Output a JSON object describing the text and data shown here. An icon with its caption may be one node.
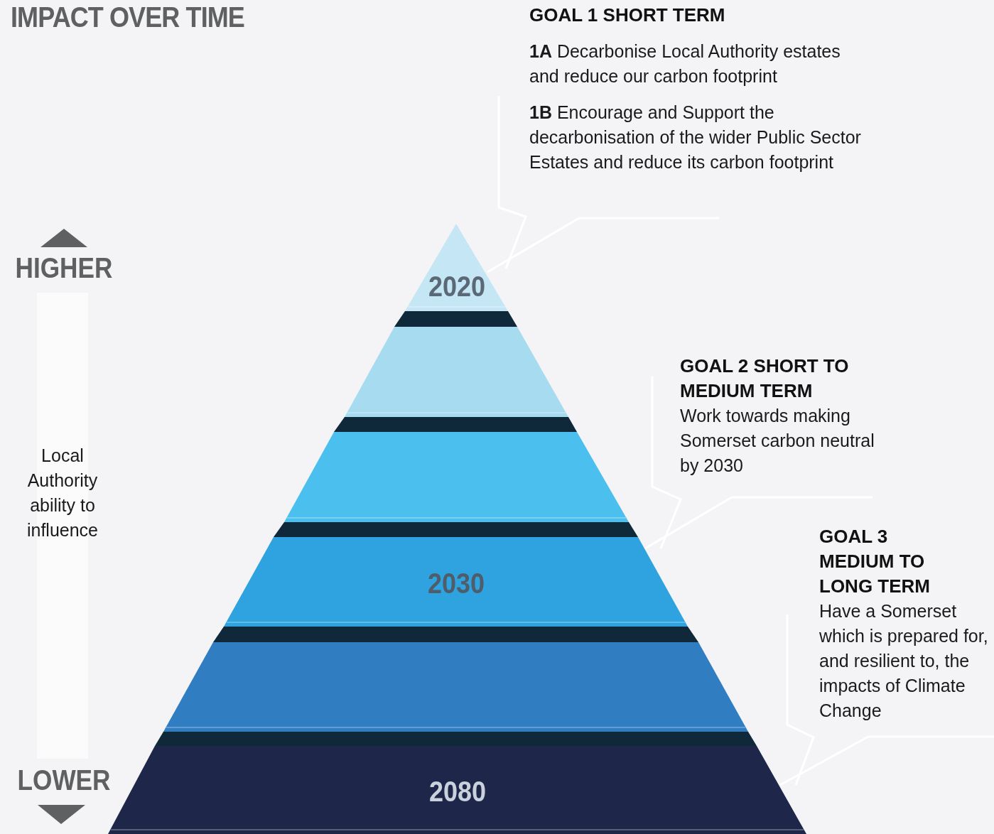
{
  "diagram": {
    "title": "IMPACT OVER TIME",
    "nodes": [
      {
        "text": [
          "2020"
        ]
      },
      {
        "text": [],
        "shape": "trapezoid"
      },
      {
        "text": [],
        "shape": "trapezoid"
      },
      {
        "text": [
          "2030"
        ]
      },
      {
        "text": [],
        "shape": "trapezoid"
      },
      {
        "text": [
          "2080"
        ]
      },
      {
        "text": [
          "GOAL 1 SHORT TERM",
          "**1A** Decarbonise Local Authority estates and reduce our carbon footprint",
          "**1B** Encourage and Support the decarbonisation of the wider Public Sector Estates and reduce its carbon footprint"
        ]
      },
      {
        "text": [
          "GOAL 2 SHORT TO MEDIUM TERM",
          "Work towards making Somerset carbon neutral by 2030"
        ]
      },
      {
        "text": [
          "GOAL 3 MEDIUM TO LONG TERM",
          "Have a Somerset which is prepared for, and resilient to, the impacts of Climate Change"
        ]
      }
    ],
    "edges": [
      {
        "from": 6,
        "to": 0,
        "arrow": "none"
      },
      {
        "from": 7,
        "to": 3,
        "arrow": "none"
      },
      {
        "from": 8,
        "to": 5,
        "arrow": "none"
      }
    ],
    "labels": [
      "HIGHER",
      "Local Authority ability to influence",
      "LOWER"
    ]
  }
}
